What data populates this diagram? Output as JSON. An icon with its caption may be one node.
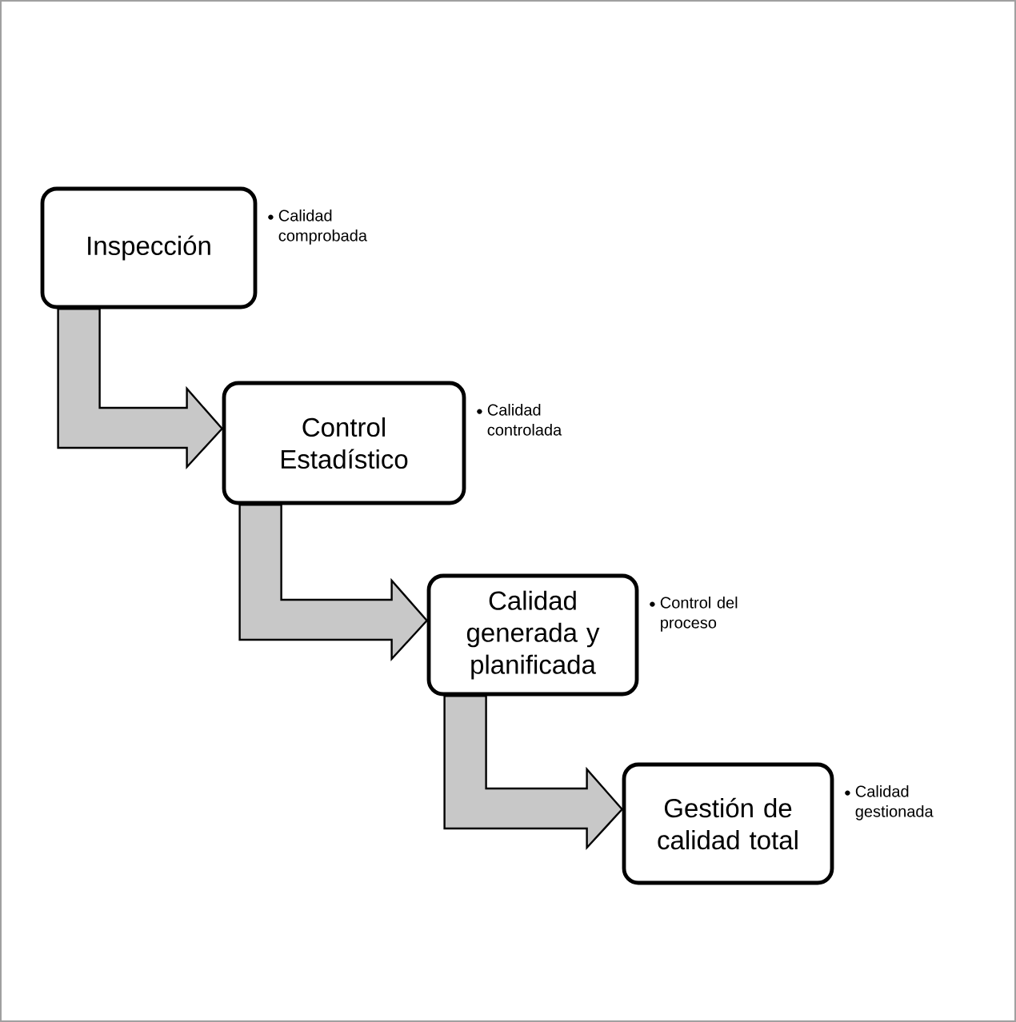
{
  "diagram": {
    "nodes": [
      {
        "text": [
          "Inspección"
        ],
        "beside": [
          "Calidad comprobada"
        ]
      },
      {
        "text": [
          "Control Estadístico"
        ],
        "beside": [
          "Calidad controlada"
        ]
      },
      {
        "text": [
          "Calidad generada y planificada"
        ],
        "beside": [
          "Control del proceso"
        ]
      },
      {
        "text": [
          "Gestión de calidad total"
        ],
        "beside": [
          "Calidad gestionada"
        ]
      }
    ],
    "edges": [
      {
        "from": 0,
        "to": 1,
        "arrow": "to"
      },
      {
        "from": 1,
        "to": 2,
        "arrow": "to"
      },
      {
        "from": 2,
        "to": 3,
        "arrow": "to"
      }
    ]
  }
}
